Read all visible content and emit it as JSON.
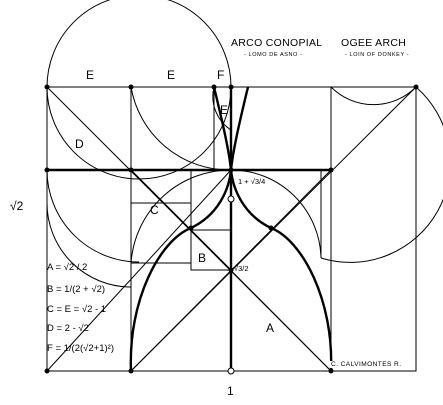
{
  "titles": {
    "spanish": "ARCO CONOPIAL",
    "spanish_sub": "- LOMO DE ASNO -",
    "english": "OGEE ARCH",
    "english_sub": "- LOIN OF DONKEY -"
  },
  "segment_labels": {
    "e_left": "E",
    "e_mid": "E",
    "f_top": "F",
    "e_vertical": "E",
    "d": "D",
    "c": "C",
    "b": "B",
    "a": "A"
  },
  "side_label": "√2",
  "bottom_label": "1",
  "point_labels": {
    "upper_point": "1 + √3/4",
    "lower_point": "√3/2"
  },
  "formulas": [
    "A = √2 / 2",
    "B = 1/(2 + √2)",
    "C = E = √2 - 1",
    "D =   2 - √2",
    "F = 1/(2(√2+1)²)"
  ],
  "credit": "C. CALVIMONTES R."
}
